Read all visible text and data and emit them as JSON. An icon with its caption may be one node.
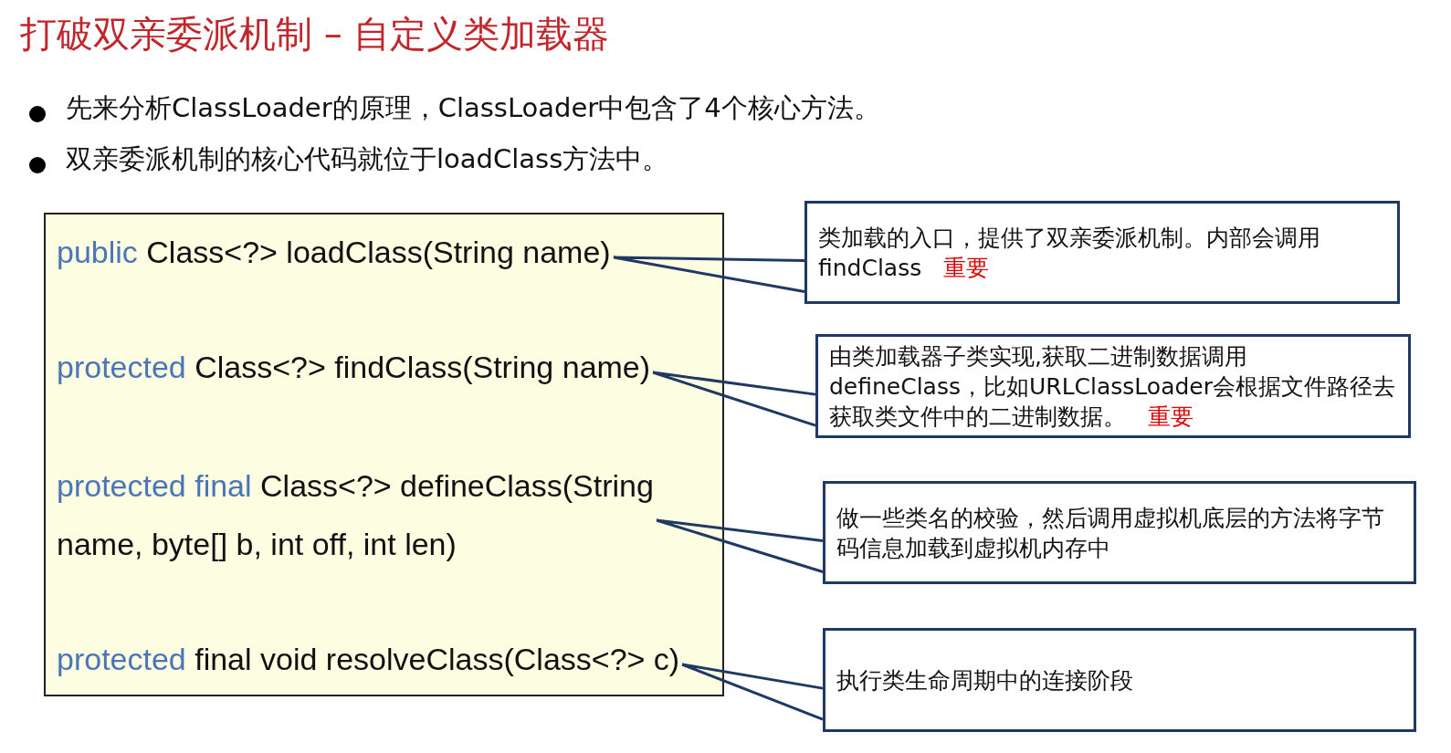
{
  "diagram": {
    "title": "打破双亲委派机制 – 自定义类加载器",
    "nodes": [
      {
        "text": [],
        "shape": "box"
      },
      {
        "text": [
          "public",
          "Class<?> loadClass(String name)"
        ],
        "in": 0
      },
      {
        "text": [
          "protected",
          "Class<?> findClass(String name)"
        ],
        "in": 0
      },
      {
        "text": [
          "protected final",
          "Class<?> defineClass(String name, byte[] b, int off, int len)"
        ],
        "in": 0
      },
      {
        "text": [
          "protected",
          "final void resolveClass(Class<?> c)"
        ],
        "in": 0
      },
      {
        "text": [
          "类加载的入口，提供了双亲委派机制。内部会调用findClass",
          "重要"
        ]
      },
      {
        "text": [
          "由类加载器子类实现,获取二进制数据调用defineClass，比如URLClassLoader会根据文件路径去获取类文件中的二进制数据。",
          "重要"
        ]
      },
      {
        "text": [
          "做一些类名的校验，然后调用虚拟机底层的方法将字节码信息加载到虚拟机内存中"
        ]
      },
      {
        "text": [
          "执行类生命周期中的连接阶段"
        ]
      }
    ],
    "edges": [
      {
        "from": 5,
        "to": 1,
        "arrow": "none"
      },
      {
        "from": 6,
        "to": 2,
        "arrow": "none"
      },
      {
        "from": 7,
        "to": 3,
        "arrow": "none"
      },
      {
        "from": 8,
        "to": 4,
        "arrow": "none"
      }
    ],
    "labels": [
      "先来分析ClassLoader的原理，ClassLoader中包含了4个核心方法。",
      "双亲委派机制的核心代码就位于loadClass方法中。"
    ]
  }
}
